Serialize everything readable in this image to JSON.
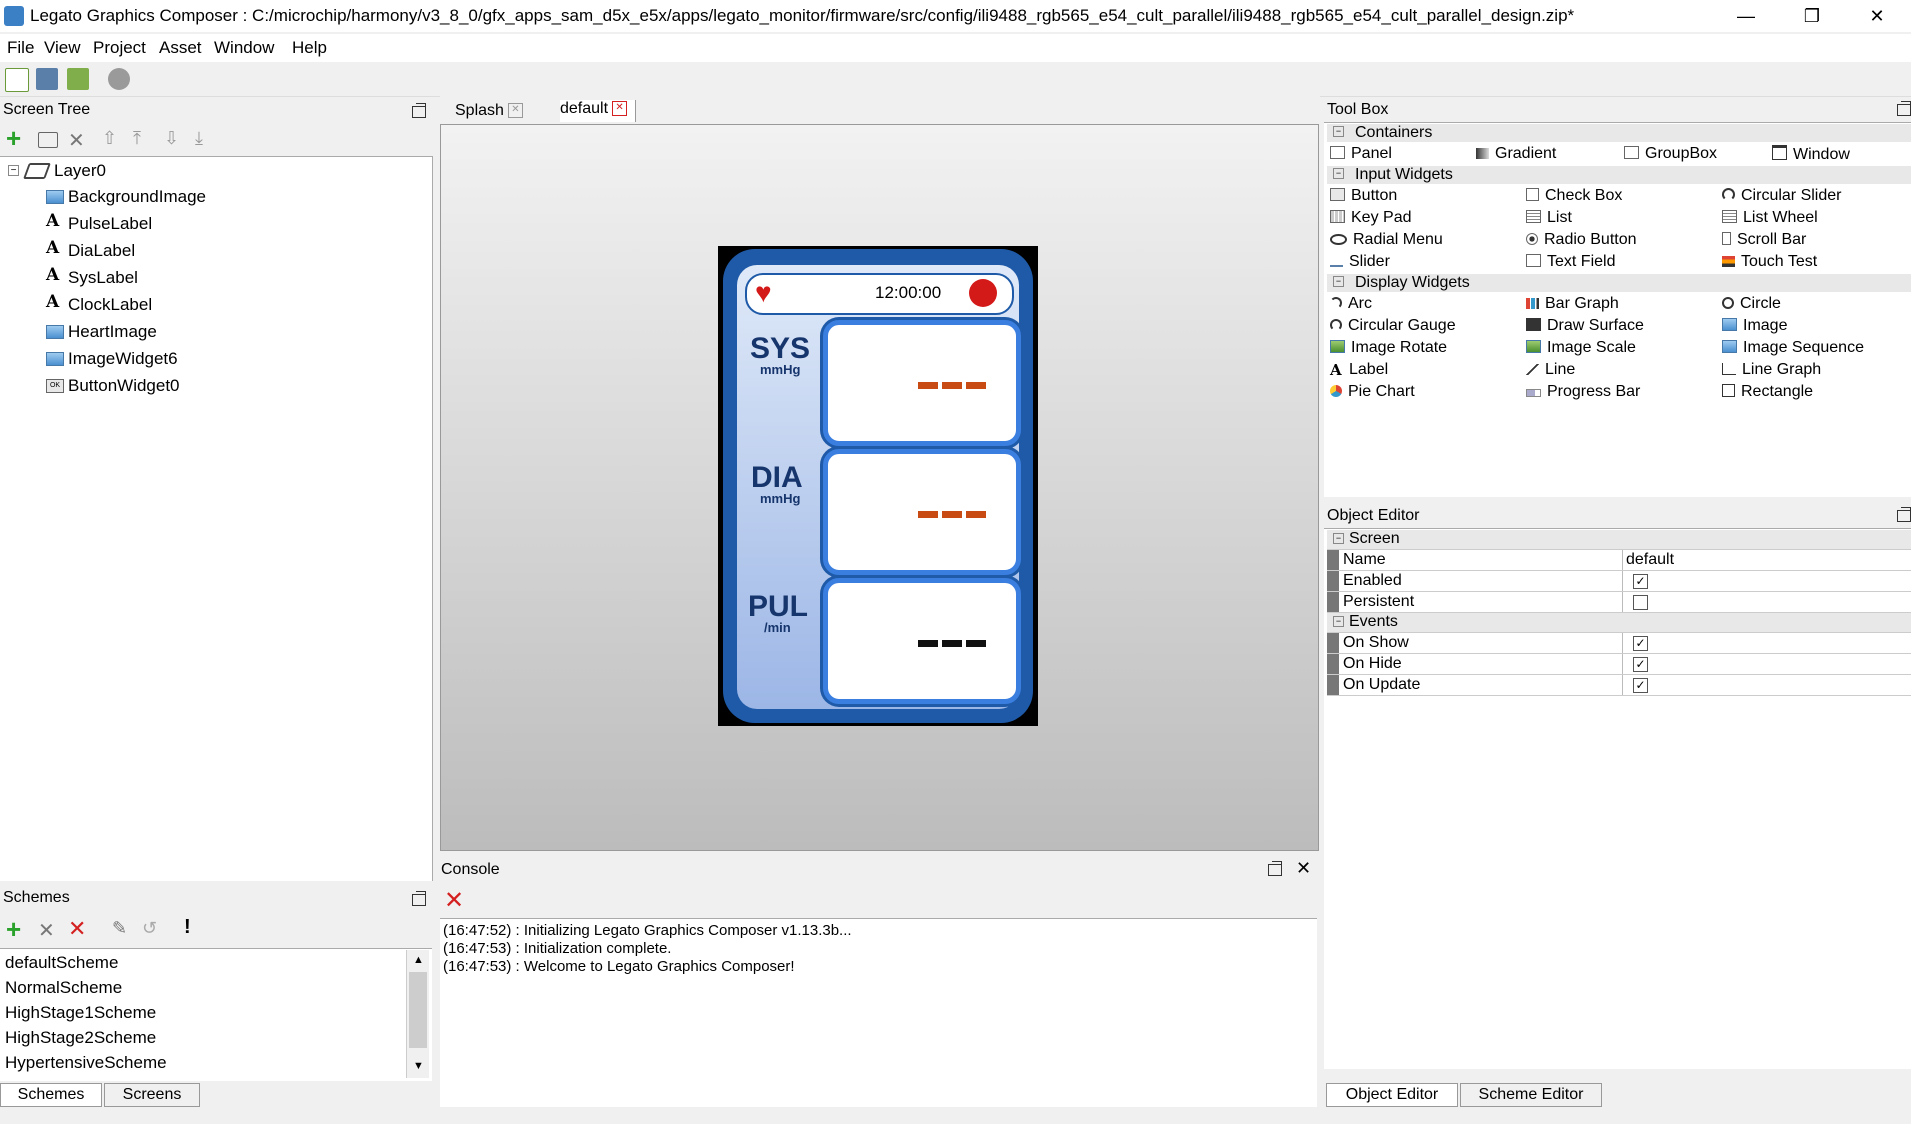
{
  "window": {
    "title": "Legato Graphics Composer : C:/microchip/harmony/v3_8_0/gfx_apps_sam_d5x_e5x/apps/legato_monitor/firmware/src/config/ili9488_rgb565_e54_cult_parallel/ili9488_rgb565_e54_cult_parallel_design.zip*",
    "minimize": "—",
    "maximize": "❐",
    "close": "✕"
  },
  "menu": [
    "File",
    "View",
    "Project",
    "Asset",
    "Window",
    "Help"
  ],
  "screen_tree": {
    "title": "Screen Tree",
    "root": "Layer0",
    "items": [
      "BackgroundImage",
      "PulseLabel",
      "DiaLabel",
      "SysLabel",
      "ClockLabel",
      "HeartImage",
      "ImageWidget6",
      "ButtonWidget0"
    ]
  },
  "schemes": {
    "title": "Schemes",
    "items": [
      "defaultScheme",
      "NormalScheme",
      "HighStage1Scheme",
      "HighStage2Scheme",
      "HypertensiveScheme"
    ],
    "tabs": [
      "Schemes",
      "Screens"
    ]
  },
  "editor_tabs": [
    "Splash",
    "default"
  ],
  "preview": {
    "clock": "12:00:00",
    "readings": [
      {
        "label": "SYS",
        "unit": "mmHg",
        "color": "#c84b13"
      },
      {
        "label": "DIA",
        "unit": "mmHg",
        "color": "#c84b13"
      },
      {
        "label": "PUL",
        "unit": "/min",
        "color": "#111111"
      }
    ]
  },
  "console": {
    "title": "Console",
    "lines": [
      "(16:47:52) : Initializing Legato Graphics Composer v1.13.3b...",
      "(16:47:53) : Initialization complete.",
      "(16:47:53) : Welcome to Legato Graphics Composer!"
    ]
  },
  "toolbox": {
    "title": "Tool Box",
    "groups": [
      {
        "name": "Containers",
        "tools": [
          "Panel",
          "Gradient",
          "GroupBox",
          "Window"
        ]
      },
      {
        "name": "Input Widgets",
        "tools": [
          "Button",
          "Check Box",
          "Circular Slider",
          "Key Pad",
          "List",
          "List Wheel",
          "Radial Menu",
          "Radio Button",
          "Scroll Bar",
          "Slider",
          "Text Field",
          "Touch Test"
        ]
      },
      {
        "name": "Display Widgets",
        "tools": [
          "Arc",
          "Bar Graph",
          "Circle",
          "Circular Gauge",
          "Draw Surface",
          "Image",
          "Image Rotate",
          "Image Scale",
          "Image Sequence",
          "Label",
          "Line",
          "Line Graph",
          "Pie Chart",
          "Progress Bar",
          "Rectangle"
        ]
      }
    ]
  },
  "object_editor": {
    "title": "Object Editor",
    "screen_group": "Screen",
    "name_key": "Name",
    "name_value": "default",
    "enabled_key": "Enabled",
    "persistent_key": "Persistent",
    "events_group": "Events",
    "events": [
      "On Show",
      "On Hide",
      "On Update"
    ],
    "tabs": [
      "Object Editor",
      "Scheme Editor"
    ]
  },
  "colors": {
    "accent": "#1e5aa8",
    "heart": "#d41919",
    "add_green": "#2aa12a",
    "delete_red": "#d42020"
  }
}
